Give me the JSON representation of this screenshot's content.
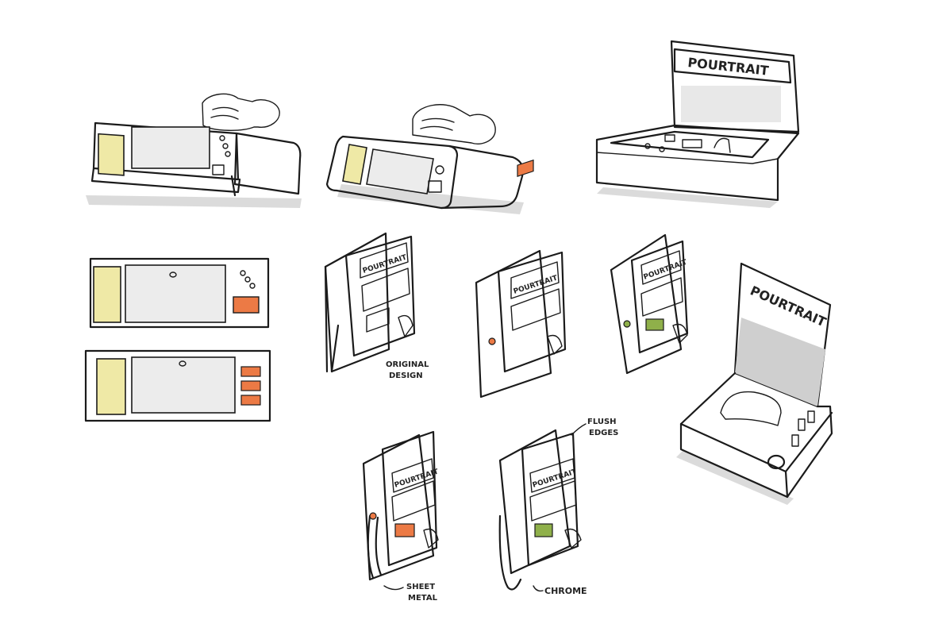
{
  "brand_text": "POURTRAIT",
  "annotations": {
    "original_design": [
      "ORIGINAL",
      "DESIGN"
    ],
    "sheet_metal": [
      "SHEET",
      "METAL"
    ],
    "flush_edges": [
      "FLUSH",
      "EDGES"
    ],
    "chrome": "CHROME"
  },
  "colors": {
    "ink": "#1b1b1b",
    "label_yellow": "#efe9a6",
    "olive_green": "#8fb04a",
    "cream": "#f7f1d8",
    "brown": "#8a6a4f",
    "grey": "#8e8e8e",
    "orange": "#ec7a45",
    "screen_grey": "#e6e6e6",
    "dark_screen": "#585858"
  }
}
